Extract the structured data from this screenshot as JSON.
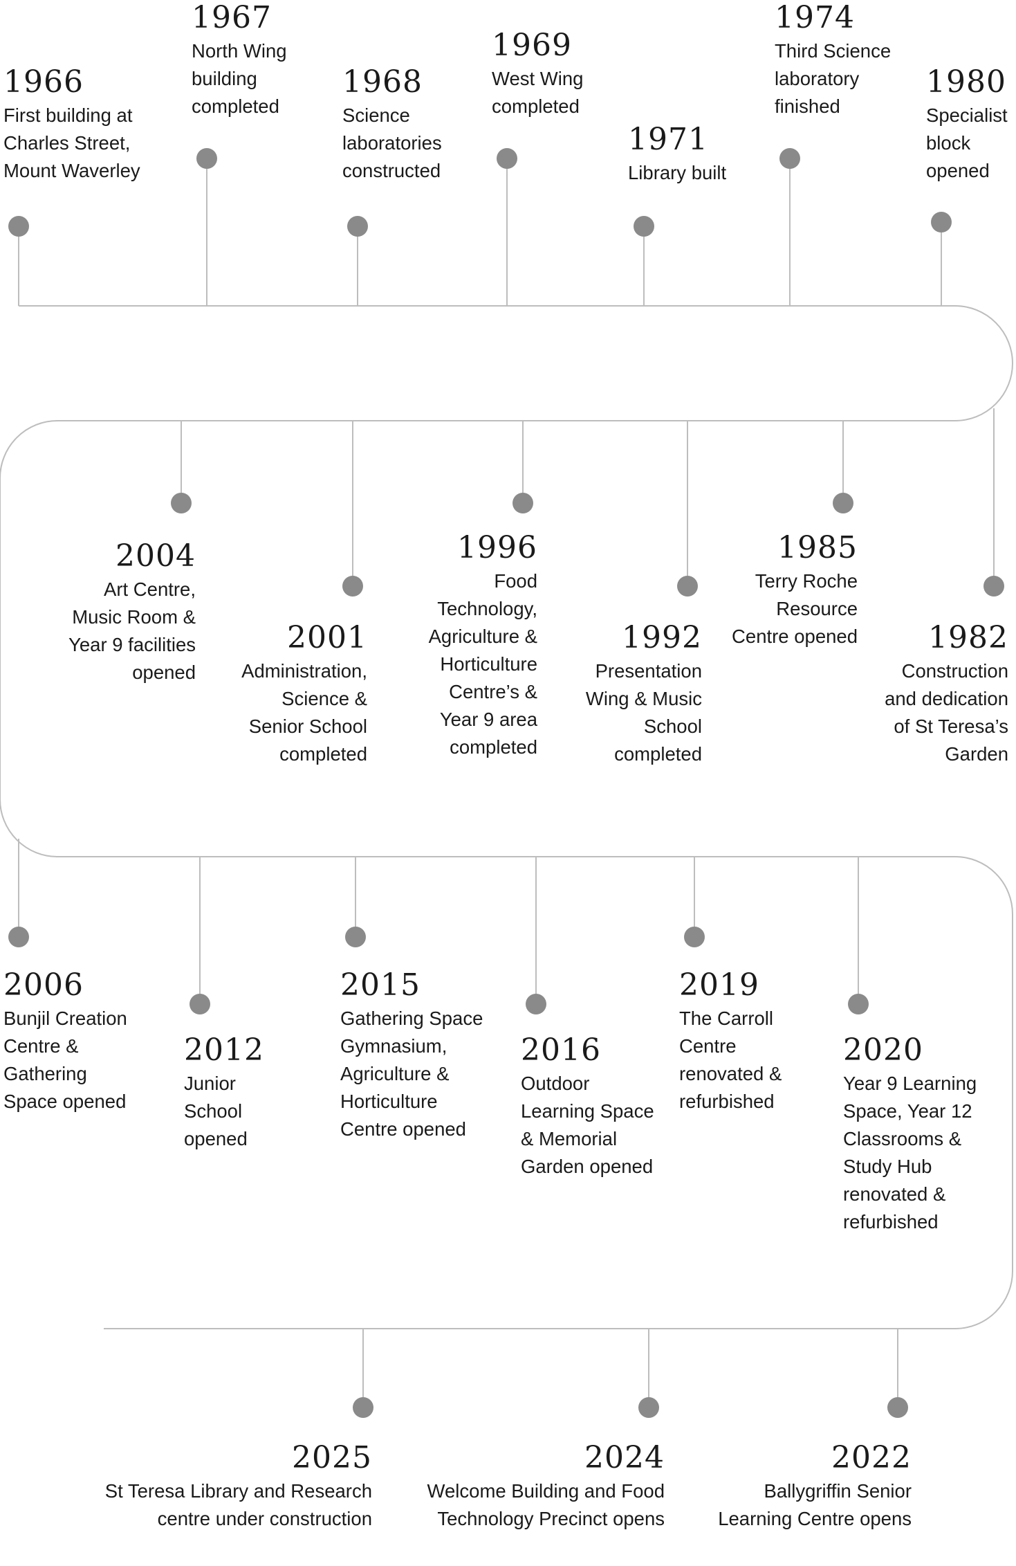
{
  "colors": {
    "line": "#bdbdbd",
    "dot": "#8a8a8a",
    "text": "#1a1a1a"
  },
  "events": [
    {
      "id": "1966",
      "year": "1966",
      "desc": "First building at\nCharles Street,\nMount Waverley"
    },
    {
      "id": "1967",
      "year": "1967",
      "desc": "North Wing\nbuilding\ncompleted"
    },
    {
      "id": "1968",
      "year": "1968",
      "desc": "Science\nlaboratories\nconstructed"
    },
    {
      "id": "1969",
      "year": "1969",
      "desc": "West Wing\ncompleted"
    },
    {
      "id": "1971",
      "year": "1971",
      "desc": "Library built"
    },
    {
      "id": "1974",
      "year": "1974",
      "desc": "Third Science\nlaboratory\nfinished"
    },
    {
      "id": "1980",
      "year": "1980",
      "desc": "Specialist\nblock\nopened"
    },
    {
      "id": "2004",
      "year": "2004",
      "desc": "Art Centre,\nMusic Room &\nYear 9 facilities\nopened"
    },
    {
      "id": "2001",
      "year": "2001",
      "desc": "Administration,\nScience &\nSenior School\ncompleted"
    },
    {
      "id": "1996",
      "year": "1996",
      "desc": "Food\nTechnology,\nAgriculture &\nHorticulture\nCentre’s &\nYear 9 area\ncompleted"
    },
    {
      "id": "1992",
      "year": "1992",
      "desc": "Presentation\nWing & Music\nSchool\ncompleted"
    },
    {
      "id": "1985",
      "year": "1985",
      "desc": "Terry Roche\nResource\nCentre opened"
    },
    {
      "id": "1982",
      "year": "1982",
      "desc": "Construction\nand dedication\nof St Teresa’s\nGarden"
    },
    {
      "id": "2006",
      "year": "2006",
      "desc": "Bunjil Creation\nCentre &\nGathering\nSpace opened"
    },
    {
      "id": "2012",
      "year": "2012",
      "desc": "Junior\nSchool\nopened"
    },
    {
      "id": "2015",
      "year": "2015",
      "desc": "Gathering Space\nGymnasium,\nAgriculture &\nHorticulture\nCentre opened"
    },
    {
      "id": "2016",
      "year": "2016",
      "desc": "Outdoor\nLearning Space\n& Memorial\nGarden opened"
    },
    {
      "id": "2019",
      "year": "2019",
      "desc": "The Carroll\nCentre\nrenovated &\nrefurbished"
    },
    {
      "id": "2020",
      "year": "2020",
      "desc": "Year 9 Learning\nSpace, Year 12\nClassrooms &\nStudy Hub\nrenovated &\nrefurbished"
    },
    {
      "id": "2025",
      "year": "2025",
      "desc": "St Teresa Library and Research\ncentre under construction"
    },
    {
      "id": "2024",
      "year": "2024",
      "desc": "Welcome Building and Food\nTechnology Precinct opens"
    },
    {
      "id": "2022",
      "year": "2022",
      "desc": "Ballygriffin Senior\nLearning Centre opens"
    }
  ]
}
